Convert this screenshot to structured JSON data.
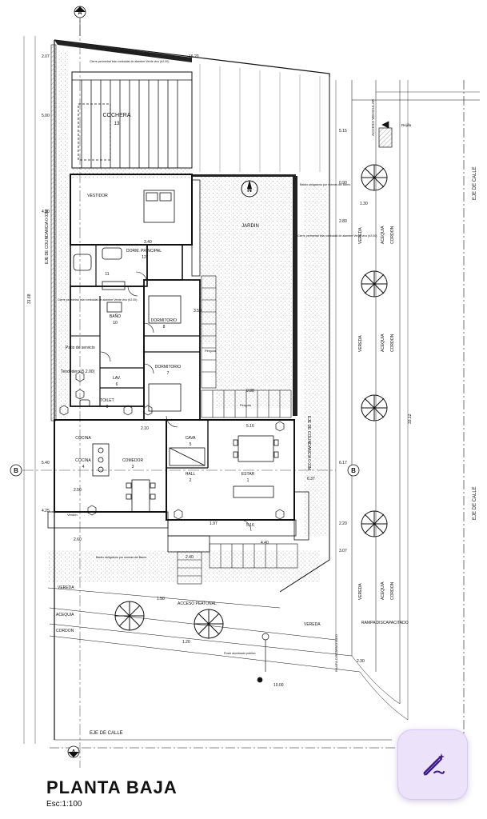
{
  "plan": {
    "title": "PLANTA BAJA",
    "scale": "Esc:1:100",
    "section_markers": {
      "a": "A",
      "b": "B"
    },
    "north": "N",
    "rooms": {
      "cochera": "COCHERA",
      "cochera_num": "13",
      "vestidor": "VESTIDOR",
      "dorm_principal": "DORM. PRINCIPAL",
      "dorm_principal_num": "12",
      "bano": "BAÑO",
      "bano_num": "10",
      "bano2_num": "11",
      "dormitorio1": "DORMITORIO",
      "dormitorio1_num": "8",
      "dormitorio2": "DORMITORIO",
      "dormitorio2_num": "7",
      "lav": "LAV.",
      "lav_num": "6",
      "toilet": "TOILET",
      "toilet_num": "6",
      "patio": "Patio de servicio",
      "tendedero": "Tendedero (5.2.00)",
      "jardin": "JARDIN",
      "cava": "CAVA",
      "cava_num": "5",
      "cocina_label": "COCINA",
      "cocina": "COCINA",
      "cocina_num": "4",
      "comedor": "COMEDOR",
      "comedor_num": "3",
      "hall": "HALL",
      "hall_num": "2",
      "estar": "ESTAR",
      "estar_num": "1"
    },
    "labels": {
      "eje_colindancia_top": "EJE DE COLINDANCIA 0.03M",
      "eje_colindancia_left": "EJE DE COLINDANCIA 0.03M",
      "eje_colindancia_right": "EJE DE COLINDANCIA 0.03M",
      "eje_calle_right_1": "EJE DE CALLE",
      "eje_calle_right_2": "EJE DE CALLE",
      "eje_calle_bottom": "EJE DE CALLE",
      "vereda_right_1": "VEREDA",
      "vereda_right_2": "VEREDA",
      "vereda_right_3": "VEREDA",
      "acequia_right_1": "ACEQUIA",
      "acequia_right_2": "ACEQUIA",
      "acequia_right_3": "ACEQUIA",
      "cordon_right_1": "CORDON",
      "cordon_right_2": "CORDON",
      "cordon_right_3": "CORDON",
      "vereda_bottom_1": "VEREDA",
      "vereda_bottom_2": "VEREDA",
      "acequia_bottom": "ACEQUIA",
      "cordon_bottom": "CORDON",
      "acceso_vehicular": "ACCESO VEHICULAR",
      "acceso_peatonal": "ACCESO PEATONAL",
      "rampa": "RAMPA DISCAPACITADO",
      "rampa_vertical": "RAMPA DISCAPACITADO",
      "rejilla": "Rejilla",
      "pergola_1": "Pérgola",
      "pergola_2": "Pérgola",
      "verdon": "Verdón",
      "cierre_1": "Cierre perimetral tela romboidal de alambre Verde vivo (h2.00)",
      "cierre_2": "Cierre perimetral tela romboidal de alambre Verde vivo (h2.00)",
      "cierre_3": "Cierre perimetral tela romboidal de alambre Verde vivo (h2.00)",
      "baldio_1": "Baldío obligatorio por normas del Barrio",
      "baldio_2": "Baldío obligatorio por normas del Barrio",
      "poste": "Poste alumbrado público"
    },
    "dimensions": {
      "top_width": "16.20",
      "left_total": "31.68",
      "right_total": "33.12",
      "bottom_width": "10.00",
      "d_2_07": "2.07",
      "d_5_00": "5.00",
      "d_4_00": "4.00",
      "d_5_40": "5.40",
      "d_4_25": "4.25",
      "d_5_16": "5.16",
      "d_5_16b": "5.16",
      "d_3_40": "3.40",
      "d_3_50": "3.50",
      "d_2_50": "2.50",
      "d_2_10": "2.10",
      "d_1_50": "1.50",
      "d_2_80": "2.80",
      "d_2_20": "2.20",
      "d_6_37": "6.37",
      "d_9_88": "9.88",
      "d_5_15": "5.15",
      "d_6_17": "6.17",
      "d_2_30": "2.30",
      "d_1_30": "1.30",
      "d_0_90": "0.90",
      "d_1_20": "1.20",
      "d_3_07": "3.07",
      "d_2_40": "2.40",
      "d_4_40": "4.40",
      "d_1_97": "1.97",
      "d_2_60": "2.60"
    }
  },
  "colors": {
    "line": "#111111",
    "hatch": "#8a8a8a",
    "fab_bg": "#ece3fb",
    "fab_icon": "#3b1a86"
  },
  "fab": {
    "icon": "pen-sparkle-icon"
  }
}
